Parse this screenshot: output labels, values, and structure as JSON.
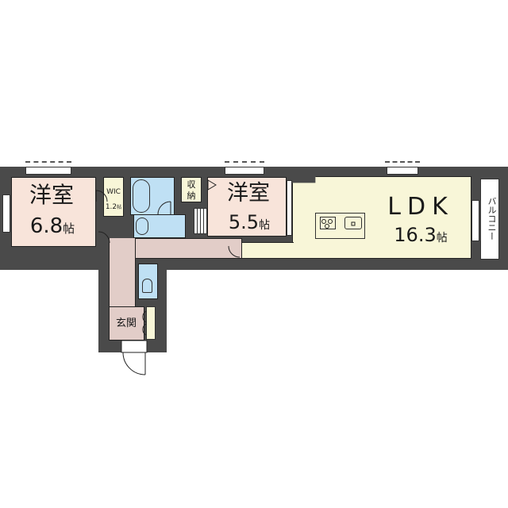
{
  "floorplan": {
    "colors": {
      "wall": "#4a4a4a",
      "western_room": "#f8e4da",
      "ldk": "#f8f6d8",
      "hallway": "#e2cdc8",
      "wet_area": "#bfe0f4",
      "wic": "#f8f6d8",
      "balcony": "#ffffff"
    },
    "rooms": {
      "western1": {
        "name": "洋室",
        "size": "6.8",
        "unit": "帖"
      },
      "wic": {
        "name": "WIC",
        "size": "1.2",
        "unit": "帖"
      },
      "storage": {
        "name_line1": "収",
        "name_line2": "納"
      },
      "western2": {
        "name": "洋室",
        "size": "5.5",
        "unit": "帖"
      },
      "ldk": {
        "name": "LDK",
        "size": "16.3",
        "unit": "帖"
      },
      "entrance": {
        "name": "玄関"
      },
      "balcony": {
        "name": "バルコニー"
      }
    },
    "icons": [
      "bathtub-icon",
      "washbasin-icon",
      "toilet-icon",
      "stove-icon",
      "sink-icon",
      "door-swing-icon",
      "window-icon"
    ]
  }
}
